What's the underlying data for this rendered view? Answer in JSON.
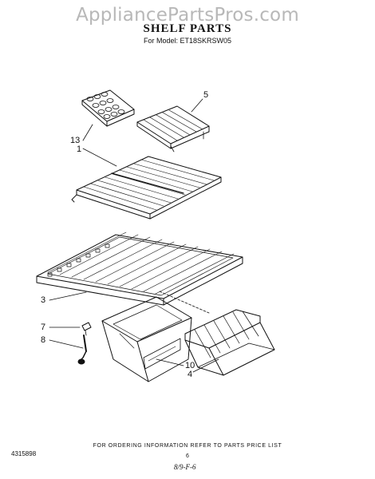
{
  "watermark": "AppliancePartsPros.com",
  "header": {
    "title": "SHELF PARTS",
    "model_line": "For Model: ET18SKRSW05"
  },
  "callouts": {
    "c13": "13",
    "c1": "1",
    "c5": "5",
    "c3": "3",
    "c7": "7",
    "c8": "8",
    "c10": "10",
    "c4": "4"
  },
  "footer": {
    "ordering_note": "FOR ORDERING INFORMATION REFER TO PARTS PRICE LIST",
    "doc_number": "4315898",
    "page_number": "6",
    "date_code": "8/9-F-6"
  }
}
